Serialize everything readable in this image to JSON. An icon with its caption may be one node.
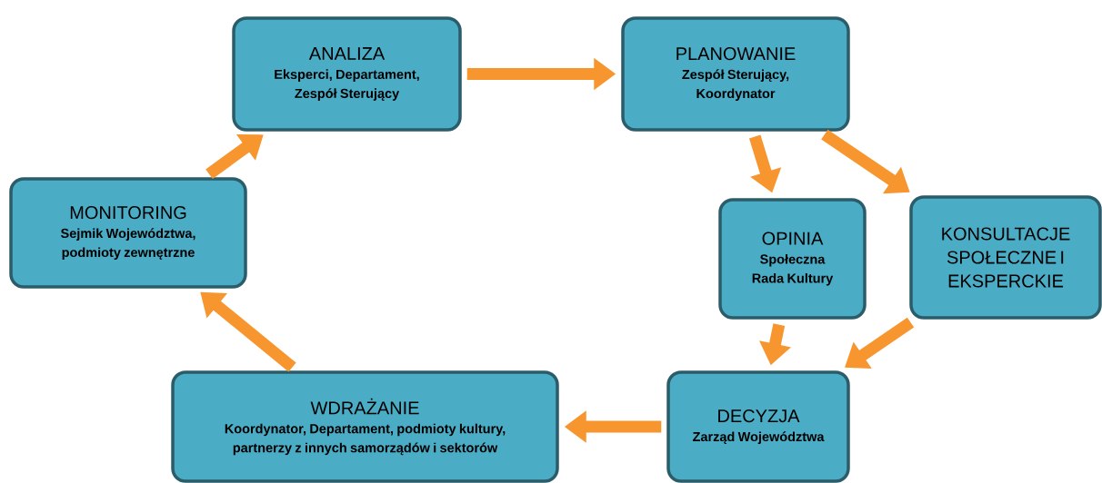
{
  "diagram": {
    "nodes": [
      {
        "text": [
          "ANALIZA",
          "Eksperci, Departament, Zespół Sterujący"
        ]
      },
      {
        "text": [
          "PLANOWANIE",
          "Zespół Sterujący, Koordynator"
        ]
      },
      {
        "text": [
          "OPINIA",
          "Społeczna Rada Kultury"
        ]
      },
      {
        "text": [
          "KONSULTACJE SPOŁECZNE I EKSPERCKIE"
        ]
      },
      {
        "text": [
          "DECYZJA",
          "Zarząd Województwa"
        ]
      },
      {
        "text": [
          "WDRAŻANIE",
          "Koordynator, Departament, podmioty kultury, partnerzy z innych samorządów i sektorów"
        ]
      },
      {
        "text": [
          "MONITORING",
          "Sejmik Województwa, podmioty zewnętrzne"
        ]
      }
    ],
    "edges": [
      {
        "from": 0,
        "to": 1,
        "arrow": "to"
      },
      {
        "from": 1,
        "to": 2,
        "arrow": "to"
      },
      {
        "from": 1,
        "to": 3,
        "arrow": "to"
      },
      {
        "from": 2,
        "to": 4,
        "arrow": "to"
      },
      {
        "from": 3,
        "to": 4,
        "arrow": "to"
      },
      {
        "from": 4,
        "to": 5,
        "arrow": "to"
      },
      {
        "from": 5,
        "to": 6,
        "arrow": "to"
      },
      {
        "from": 6,
        "to": 0,
        "arrow": "to"
      }
    ]
  }
}
